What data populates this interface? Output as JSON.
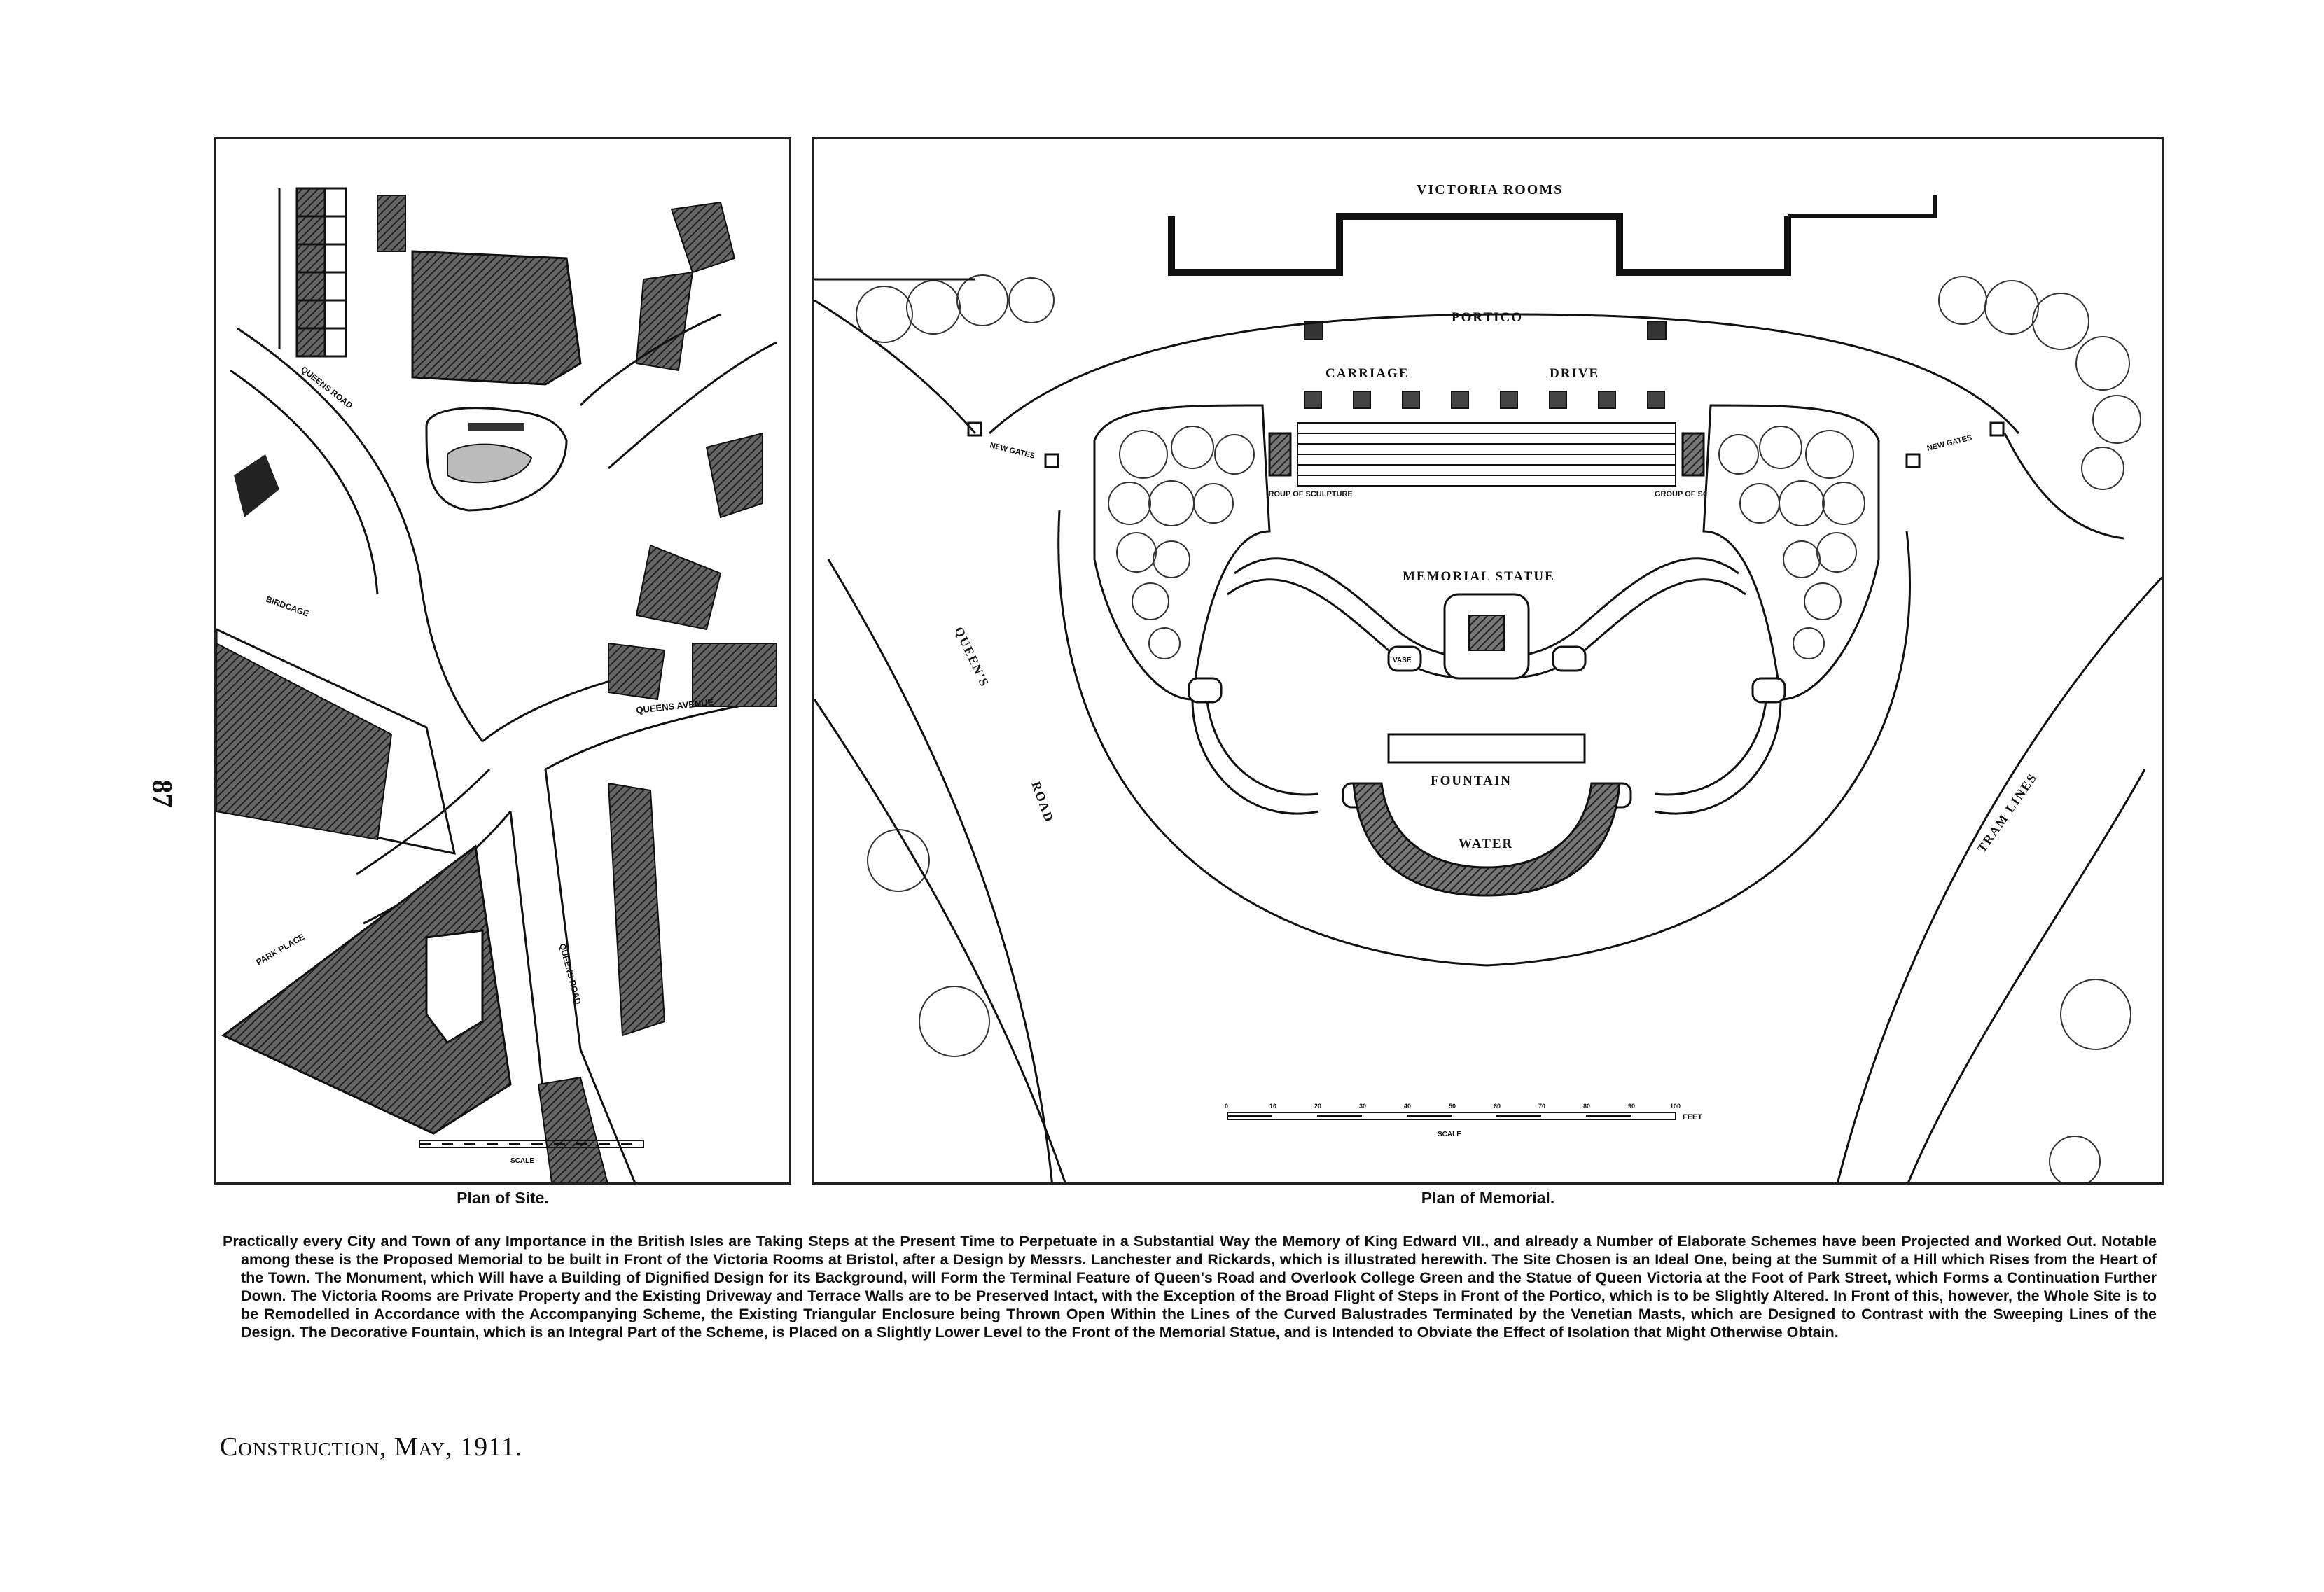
{
  "page": {
    "page_number": "87",
    "footer_credit": "Construction, May, 1911."
  },
  "site_plan": {
    "caption": "Plan of Site.",
    "labels": {
      "queens_road_upper": "QUEENS ROAD",
      "queens_avenue": "QUEENS AVENUE",
      "queens_road_lower": "QUEENS ROAD",
      "park_place": "PARK PLACE",
      "tyndalls_park": "BIRDCAGE",
      "scale": "SCALE"
    }
  },
  "memorial_plan": {
    "caption": "Plan of Memorial.",
    "labels": {
      "victoria_rooms": "VICTORIA ROOMS",
      "portico": "PORTICO",
      "carriage": "CARRIAGE",
      "drive": "DRIVE",
      "new_gates_left": "NEW GATES",
      "new_gates_right": "NEW GATES",
      "group_sculpture_left": "GROUP OF SCULPTURE",
      "group_sculpture_right": "GROUP OF SCULPTURE",
      "memorial_statue": "MEMORIAL STATUE",
      "fountain": "FOUNTAIN",
      "water": "WATER",
      "queens": "QUEEN'S",
      "road": "ROAD",
      "tram_lines": "TRAM LINES",
      "scale": "SCALE",
      "feet": "FEET",
      "vase": "VASE"
    },
    "scale_ticks": [
      "0",
      "10",
      "20",
      "30",
      "40",
      "50",
      "60",
      "70",
      "80",
      "90",
      "100"
    ]
  },
  "description": "Practically every City and Town of any Importance in the British Isles are Taking Steps at the Present Time to Perpetuate in a Substantial Way the Memory of King Edward VII., and already a Number of Elaborate Schemes have been Projected and Worked Out. Notable among these is the Proposed Memorial to be built in Front of the Victoria Rooms at Bristol, after a Design by Messrs. Lanchester and Rickards, which is illustrated herewith. The Site Chosen is an Ideal One, being at the Summit of a Hill which Rises from the Heart of the Town. The Monument, which Will have a Building of Dignified Design for its Background, will Form the Terminal Feature of Queen's Road and Overlook College Green and the Statue of Queen Victoria at the Foot of Park Street, which Forms a Continuation Further Down. The Victoria Rooms are Private Property and the Existing Driveway and Terrace Walls are to be Preserved Intact, with the Exception of the Broad Flight of Steps in Front of the Portico, which is to be Slightly Altered. In Front of this, however, the Whole Site is to be Remodelled in Accordance with the Accompanying Scheme, the Existing Triangular Enclosure being Thrown Open Within the Lines of the Curved Balustrades Terminated by the Venetian Masts, which are Designed to Contrast with the Sweeping Lines of the Design. The Decorative Fountain, which is an Integral Part of the Scheme, is Placed on a Slightly Lower Level to the Front of the Memorial Statue, and is Intended to Obviate the Effect of Isolation that Might Otherwise Obtain."
}
